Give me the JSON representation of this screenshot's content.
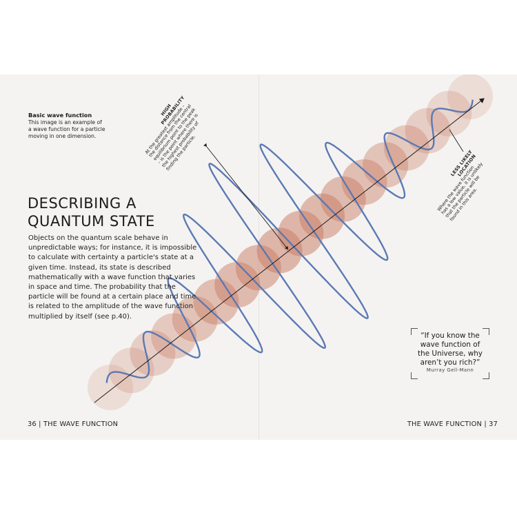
{
  "caption": {
    "title": "Basic wave function",
    "body": "This image is an example of a wave function for a particle moving in one dimension."
  },
  "heading": {
    "line1": "DESCRIBING A",
    "line2": "QUANTUM STATE"
  },
  "body_text": "Objects on the quantum scale behave in unpredictable ways; for instance, it is impossible to calculate with certainty a particle's state at a given time. Instead, its state is described mathematically with a wave function that varies in space and time. The probability that the particle will be found at a certain place and time is related to the amplitude of the wave function multiplied by itself (see p.40).",
  "annotations": {
    "high": {
      "label1": "HIGH",
      "label2": "PROBABILITY",
      "text1": "At the greatest amplitude –",
      "text2": "the distance from the central",
      "text3": "equilibrium point to the peak",
      "text4": "– is the point where there is",
      "text5": "the highest probability of",
      "text6": "finding the particle."
    },
    "low": {
      "label1": "LESS LIKELY",
      "label2": "LOCATION",
      "text1": "Where the wave function",
      "text2": "has a low value, it is unlikely",
      "text3": "that the particle will be",
      "text4": "found in this area."
    }
  },
  "quote": {
    "line1": "“If you know the",
    "line2": "wave function of",
    "line3": "the Universe, why",
    "line4": "aren’t you rich?”",
    "author": "Murray Gell-Mann"
  },
  "footer": {
    "left": "36 | THE WAVE FUNCTION",
    "right": "THE WAVE FUNCTION | 37"
  },
  "colors": {
    "page": "#f4f3f1",
    "circle": "#c87a62",
    "wave": "#5b79b4",
    "text": "#1b1b1b"
  }
}
